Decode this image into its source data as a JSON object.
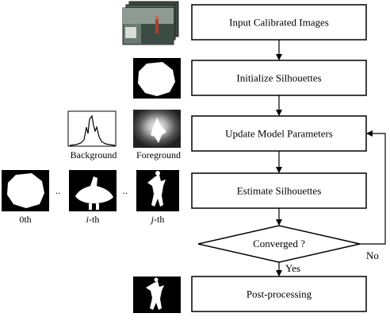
{
  "flowchart": {
    "steps": [
      {
        "id": "input",
        "label": "Input Calibrated Images"
      },
      {
        "id": "init",
        "label": "Initialize Silhouettes"
      },
      {
        "id": "update",
        "label": "Update Model Parameters"
      },
      {
        "id": "estimate",
        "label": "Estimate Silhouettes"
      },
      {
        "id": "post",
        "label": "Post-processing"
      }
    ],
    "decision": {
      "label": "Converged ?",
      "yes": "Yes",
      "no": "No"
    }
  },
  "side_images": {
    "background_label": "Background",
    "foreground_label": "Foreground",
    "sequence": [
      {
        "label": "0th"
      },
      {
        "label_italic": "i",
        "label_suffix": "-th"
      },
      {
        "label_italic": "j",
        "label_suffix": "-th"
      }
    ],
    "ellipsis": ".."
  },
  "colors": {
    "stroke": "#000000",
    "fill": "#ffffff",
    "image_black": "#000000",
    "image_white": "#ffffff"
  }
}
